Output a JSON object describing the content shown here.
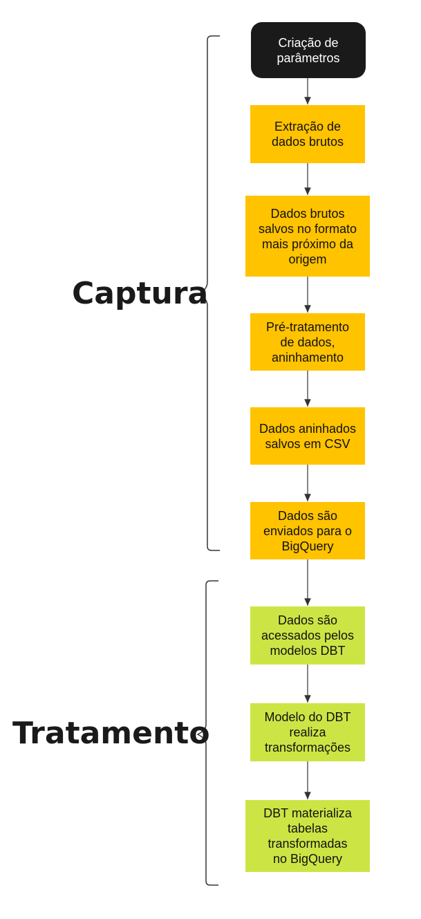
{
  "colors": {
    "start": "#1a1a1a",
    "capture": "#ffc300",
    "treatment": "#cde544"
  },
  "groups": [
    {
      "label": "Captura"
    },
    {
      "label": "Tratamento"
    }
  ],
  "steps": [
    {
      "text": "Criação de\nparâmetros"
    },
    {
      "text": "Extração de\ndados brutos"
    },
    {
      "text": "Dados brutos\nsalvos no formato\nmais próximo da\norigem"
    },
    {
      "text": "Pré-tratamento\nde dados,\naninhamento"
    },
    {
      "text": "Dados aninhados\nsalvos em CSV"
    },
    {
      "text": "Dados são\nenviados para o\nBigQuery"
    },
    {
      "text": "Dados são\nacessados pelos\nmodelos DBT"
    },
    {
      "text": "Modelo do DBT\nrealiza\ntransformações"
    },
    {
      "text": "DBT materializa\ntabelas\ntransformadas\nno BigQuery"
    }
  ]
}
